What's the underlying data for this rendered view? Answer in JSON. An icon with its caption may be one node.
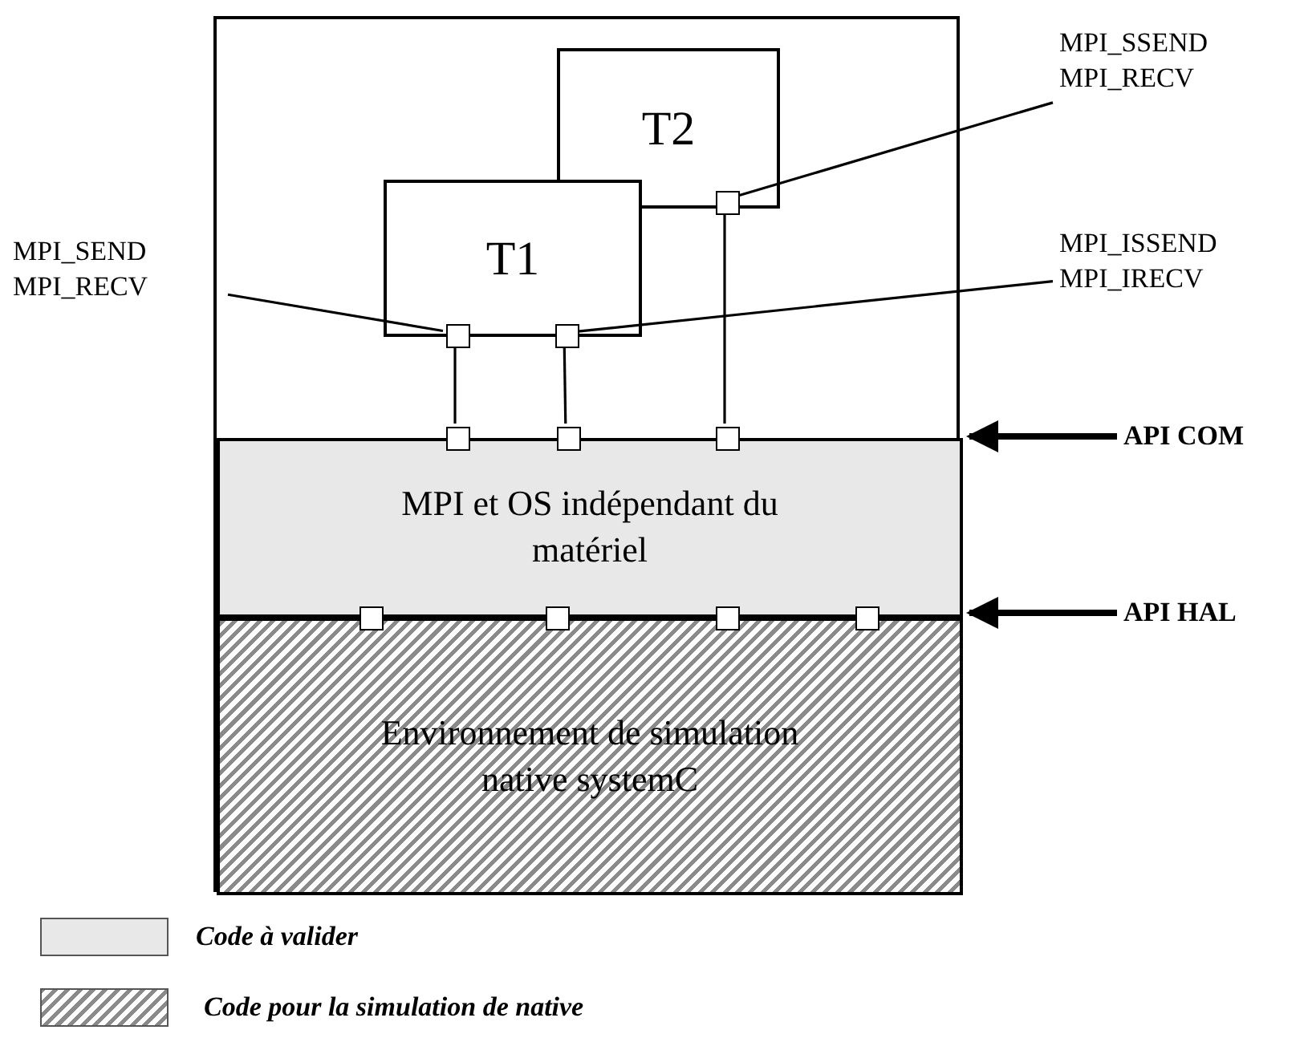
{
  "diagram": {
    "nodes": [
      {
        "text": [],
        "shape": "box"
      },
      {
        "text": [
          "T2"
        ],
        "in": 0
      },
      {
        "text": [
          "T1"
        ],
        "in": 0
      },
      {
        "text": [
          "MPI et OS indépendant du matériel"
        ],
        "in": 0
      },
      {
        "text": [
          "Environnement de simulation native systemC"
        ],
        "in": 0
      },
      {
        "text": [],
        "shape": "box",
        "in": 0
      },
      {
        "text": [],
        "shape": "box",
        "in": 0
      },
      {
        "text": [],
        "shape": "box",
        "in": 0
      },
      {
        "text": [],
        "shape": "box",
        "in": 0
      },
      {
        "text": [],
        "shape": "box",
        "in": 0
      },
      {
        "text": [],
        "shape": "box",
        "in": 0
      },
      {
        "text": [],
        "shape": "box",
        "in": 0
      },
      {
        "text": [],
        "shape": "box",
        "in": 0
      },
      {
        "text": [],
        "shape": "box",
        "in": 0
      },
      {
        "text": [],
        "shape": "box",
        "in": 0
      },
      {
        "text": [
          "MPI_SSEND MPI_RECV"
        ]
      },
      {
        "text": [
          "MPI_SEND MPI_RECV"
        ]
      },
      {
        "text": [
          "MPI_ISSEND MPI_IRECV"
        ]
      },
      {
        "text": [
          "API COM"
        ]
      },
      {
        "text": [
          "API HAL"
        ]
      }
    ],
    "edges": [
      {
        "from": 15,
        "to": 5,
        "arrow": "none"
      },
      {
        "from": 16,
        "to": 6,
        "arrow": "none"
      },
      {
        "from": 17,
        "to": 7,
        "arrow": "none"
      },
      {
        "from": 6,
        "to": 8,
        "arrow": "none"
      },
      {
        "from": 7,
        "to": 9,
        "arrow": "none"
      },
      {
        "from": 5,
        "to": 10,
        "arrow": "none"
      },
      {
        "from": 18,
        "to": 3,
        "arrow": "to",
        "style": "thick"
      },
      {
        "from": 19,
        "to": 3,
        "arrow": "to",
        "style": "thick"
      }
    ],
    "legend": [
      {
        "text": "Code à valider",
        "color": "#e8e8e8"
      },
      {
        "text": "Code pour la simulation de native"
      }
    ]
  }
}
